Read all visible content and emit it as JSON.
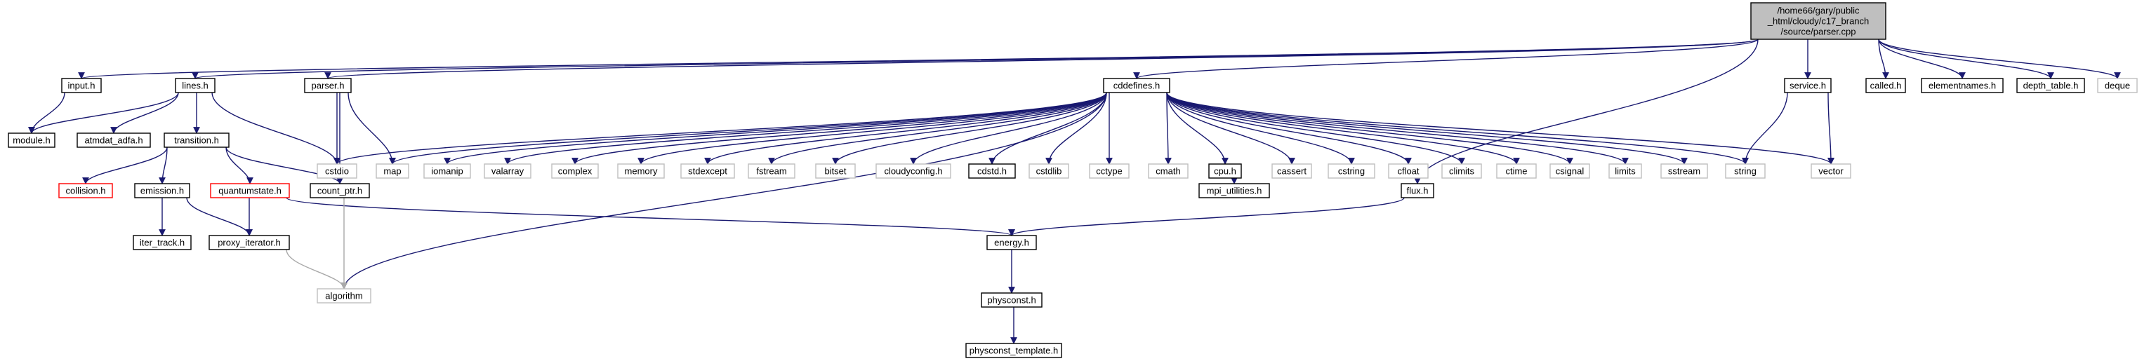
{
  "graph": {
    "edge_color": "#191970",
    "edge_color_to_stdlib": "#a9a9a9",
    "nodes": [
      {
        "id": "root",
        "lines": [
          "/home66/gary/public",
          "_html/cloudy/c17_branch",
          "/source/parser.cpp"
        ],
        "kind": "root"
      },
      {
        "id": "input_h",
        "lines": [
          "input.h"
        ],
        "kind": "project"
      },
      {
        "id": "lines_h",
        "lines": [
          "lines.h"
        ],
        "kind": "project"
      },
      {
        "id": "parser_h",
        "lines": [
          "parser.h"
        ],
        "kind": "project"
      },
      {
        "id": "cddefines_h",
        "lines": [
          "cddefines.h"
        ],
        "kind": "project"
      },
      {
        "id": "service_h",
        "lines": [
          "service.h"
        ],
        "kind": "project"
      },
      {
        "id": "called_h",
        "lines": [
          "called.h"
        ],
        "kind": "project"
      },
      {
        "id": "elementnames_h",
        "lines": [
          "elementnames.h"
        ],
        "kind": "project"
      },
      {
        "id": "depth_table_h",
        "lines": [
          "depth_table.h"
        ],
        "kind": "project"
      },
      {
        "id": "deque",
        "lines": [
          "deque"
        ],
        "kind": "system"
      },
      {
        "id": "module_h",
        "lines": [
          "module.h"
        ],
        "kind": "project"
      },
      {
        "id": "atmdat_adfa_h",
        "lines": [
          "atmdat_adfa.h"
        ],
        "kind": "project"
      },
      {
        "id": "transition_h",
        "lines": [
          "transition.h"
        ],
        "kind": "project"
      },
      {
        "id": "cstdio",
        "lines": [
          "cstdio"
        ],
        "kind": "system"
      },
      {
        "id": "map",
        "lines": [
          "map"
        ],
        "kind": "system"
      },
      {
        "id": "iomanip",
        "lines": [
          "iomanip"
        ],
        "kind": "system"
      },
      {
        "id": "valarray",
        "lines": [
          "valarray"
        ],
        "kind": "system"
      },
      {
        "id": "complex",
        "lines": [
          "complex"
        ],
        "kind": "system"
      },
      {
        "id": "memory",
        "lines": [
          "memory"
        ],
        "kind": "system"
      },
      {
        "id": "stdexcept",
        "lines": [
          "stdexcept"
        ],
        "kind": "system"
      },
      {
        "id": "fstream",
        "lines": [
          "fstream"
        ],
        "kind": "system"
      },
      {
        "id": "bitset",
        "lines": [
          "bitset"
        ],
        "kind": "system"
      },
      {
        "id": "cloudyconfig_h",
        "lines": [
          "cloudyconfig.h"
        ],
        "kind": "system"
      },
      {
        "id": "cdstd_h",
        "lines": [
          "cdstd.h"
        ],
        "kind": "project"
      },
      {
        "id": "cstdlib",
        "lines": [
          "cstdlib"
        ],
        "kind": "system"
      },
      {
        "id": "cctype",
        "lines": [
          "cctype"
        ],
        "kind": "system"
      },
      {
        "id": "cmath",
        "lines": [
          "cmath"
        ],
        "kind": "system"
      },
      {
        "id": "cpu_h",
        "lines": [
          "cpu.h"
        ],
        "kind": "project"
      },
      {
        "id": "cassert",
        "lines": [
          "cassert"
        ],
        "kind": "system"
      },
      {
        "id": "cstring",
        "lines": [
          "cstring"
        ],
        "kind": "system"
      },
      {
        "id": "cfloat",
        "lines": [
          "cfloat"
        ],
        "kind": "system"
      },
      {
        "id": "climits",
        "lines": [
          "climits"
        ],
        "kind": "system"
      },
      {
        "id": "ctime",
        "lines": [
          "ctime"
        ],
        "kind": "system"
      },
      {
        "id": "csignal",
        "lines": [
          "csignal"
        ],
        "kind": "system"
      },
      {
        "id": "limits",
        "lines": [
          "limits"
        ],
        "kind": "system"
      },
      {
        "id": "sstream",
        "lines": [
          "sstream"
        ],
        "kind": "system"
      },
      {
        "id": "string",
        "lines": [
          "string"
        ],
        "kind": "system"
      },
      {
        "id": "vector",
        "lines": [
          "vector"
        ],
        "kind": "system"
      },
      {
        "id": "collision_h",
        "lines": [
          "collision.h"
        ],
        "kind": "truncated"
      },
      {
        "id": "emission_h",
        "lines": [
          "emission.h"
        ],
        "kind": "project"
      },
      {
        "id": "quantumstate_h",
        "lines": [
          "quantumstate.h"
        ],
        "kind": "truncated"
      },
      {
        "id": "count_ptr_h",
        "lines": [
          "count_ptr.h"
        ],
        "kind": "project"
      },
      {
        "id": "mpi_utilities_h",
        "lines": [
          "mpi_utilities.h"
        ],
        "kind": "project"
      },
      {
        "id": "flux_h",
        "lines": [
          "flux.h"
        ],
        "kind": "project"
      },
      {
        "id": "iter_track_h",
        "lines": [
          "iter_track.h"
        ],
        "kind": "project"
      },
      {
        "id": "proxy_iterator_h",
        "lines": [
          "proxy_iterator.h"
        ],
        "kind": "project"
      },
      {
        "id": "energy_h",
        "lines": [
          "energy.h"
        ],
        "kind": "project"
      },
      {
        "id": "algorithm",
        "lines": [
          "algorithm"
        ],
        "kind": "system"
      },
      {
        "id": "physconst_h",
        "lines": [
          "physconst.h"
        ],
        "kind": "project"
      },
      {
        "id": "physconst_template_h",
        "lines": [
          "physconst_template.h"
        ],
        "kind": "project"
      }
    ],
    "edges": [
      [
        "root",
        "input_h"
      ],
      [
        "root",
        "lines_h"
      ],
      [
        "root",
        "parser_h"
      ],
      [
        "root",
        "cddefines_h"
      ],
      [
        "root",
        "service_h"
      ],
      [
        "root",
        "called_h"
      ],
      [
        "root",
        "elementnames_h"
      ],
      [
        "root",
        "depth_table_h"
      ],
      [
        "root",
        "deque"
      ],
      [
        "root",
        "flux_h"
      ],
      [
        "input_h",
        "module_h"
      ],
      [
        "lines_h",
        "module_h"
      ],
      [
        "lines_h",
        "atmdat_adfa_h"
      ],
      [
        "lines_h",
        "transition_h"
      ],
      [
        "lines_h",
        "cstdio"
      ],
      [
        "parser_h",
        "cstdio"
      ],
      [
        "parser_h",
        "map"
      ],
      [
        "parser_h",
        "count_ptr_h"
      ],
      [
        "cddefines_h",
        "cstdio"
      ],
      [
        "cddefines_h",
        "map"
      ],
      [
        "cddefines_h",
        "iomanip"
      ],
      [
        "cddefines_h",
        "valarray"
      ],
      [
        "cddefines_h",
        "complex"
      ],
      [
        "cddefines_h",
        "memory"
      ],
      [
        "cddefines_h",
        "stdexcept"
      ],
      [
        "cddefines_h",
        "fstream"
      ],
      [
        "cddefines_h",
        "bitset"
      ],
      [
        "cddefines_h",
        "cloudyconfig_h"
      ],
      [
        "cddefines_h",
        "cdstd_h"
      ],
      [
        "cddefines_h",
        "cstdlib"
      ],
      [
        "cddefines_h",
        "cctype"
      ],
      [
        "cddefines_h",
        "cmath"
      ],
      [
        "cddefines_h",
        "cpu_h"
      ],
      [
        "cddefines_h",
        "cassert"
      ],
      [
        "cddefines_h",
        "cstring"
      ],
      [
        "cddefines_h",
        "cfloat"
      ],
      [
        "cddefines_h",
        "climits"
      ],
      [
        "cddefines_h",
        "ctime"
      ],
      [
        "cddefines_h",
        "csignal"
      ],
      [
        "cddefines_h",
        "limits"
      ],
      [
        "cddefines_h",
        "sstream"
      ],
      [
        "cddefines_h",
        "string"
      ],
      [
        "cddefines_h",
        "vector"
      ],
      [
        "cddefines_h",
        "algorithm"
      ],
      [
        "service_h",
        "string"
      ],
      [
        "service_h",
        "vector"
      ],
      [
        "transition_h",
        "collision_h"
      ],
      [
        "transition_h",
        "emission_h"
      ],
      [
        "transition_h",
        "quantumstate_h"
      ],
      [
        "transition_h",
        "count_ptr_h"
      ],
      [
        "emission_h",
        "iter_track_h"
      ],
      [
        "emission_h",
        "proxy_iterator_h"
      ],
      [
        "quantumstate_h",
        "proxy_iterator_h"
      ],
      [
        "quantumstate_h",
        "energy_h"
      ],
      [
        "count_ptr_h",
        "algorithm"
      ],
      [
        "cpu_h",
        "mpi_utilities_h"
      ],
      [
        "flux_h",
        "energy_h"
      ],
      [
        "proxy_iterator_h",
        "algorithm"
      ],
      [
        "energy_h",
        "physconst_h"
      ],
      [
        "physconst_h",
        "physconst_template_h"
      ]
    ]
  }
}
